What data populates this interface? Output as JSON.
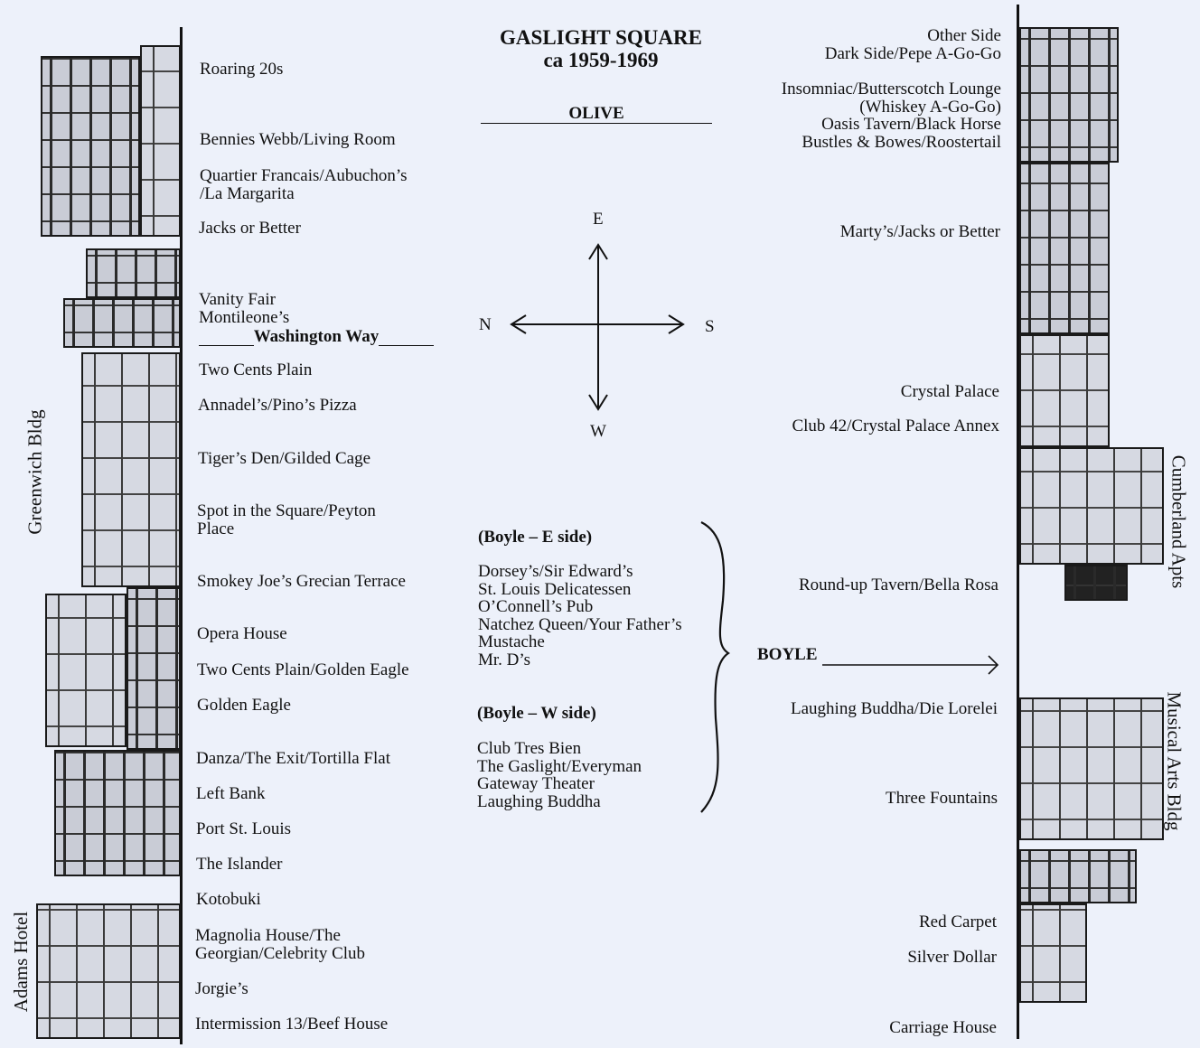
{
  "title": {
    "line1": "GASLIGHT SQUARE",
    "line2": "ca 1959-1969"
  },
  "streets": {
    "olive": "OLIVE",
    "washington": "Washington Way",
    "boyle": "BOYLE"
  },
  "compass": {
    "e": "E",
    "n": "N",
    "s": "S",
    "w": "W"
  },
  "buildings": {
    "greenwich": "Greenwich Bldg",
    "adams": "Adams Hotel",
    "cumberland": "Cumberland Apts",
    "musical_arts": "Musical Arts Bldg"
  },
  "left_side": [
    "Roaring 20s",
    "Bennies Webb/Living Room",
    "Quartier Francais/Aubuchon’s\n/La Margarita",
    "Jacks or Better",
    "Vanity Fair\nMontileone’s",
    "Two Cents Plain",
    "Annadel’s/Pino’s Pizza",
    "Tiger’s Den/Gilded Cage",
    "Spot in the Square/Peyton\nPlace",
    "Smokey Joe’s Grecian Terrace",
    "Opera House",
    "Two Cents Plain/Golden Eagle",
    "Golden Eagle",
    "Danza/The Exit/Tortilla Flat",
    "Left Bank",
    "Port St. Louis",
    "The Islander",
    "Kotobuki",
    "Magnolia House/The\nGeorgian/Celebrity Club",
    "Jorgie’s",
    "Intermission 13/Beef House"
  ],
  "right_side": [
    "Other Side\nDark Side/Pepe A-Go-Go",
    "Insomniac/Butterscotch Lounge\n(Whiskey A-Go-Go)\nOasis Tavern/Black Horse\nBustles & Bowes/Roostertail",
    "Marty’s/Jacks or Better",
    "Crystal Palace",
    "Club 42/Crystal Palace Annex",
    "Round-up Tavern/Bella Rosa",
    "Laughing Buddha/Die Lorelei",
    "Three Fountains",
    "Red Carpet",
    "Silver Dollar",
    "Carriage House"
  ],
  "boyle_east": {
    "heading": "(Boyle – E side)",
    "items": "Dorsey’s/Sir Edward’s\nSt. Louis Delicatessen\nO’Connell’s Pub\nNatchez Queen/Your Father’s\nMustache\nMr. D’s"
  },
  "boyle_west": {
    "heading": "(Boyle – W side)",
    "items": "Club Tres Bien\nThe Gaslight/Everyman\nGateway Theater\nLaughing Buddha"
  }
}
